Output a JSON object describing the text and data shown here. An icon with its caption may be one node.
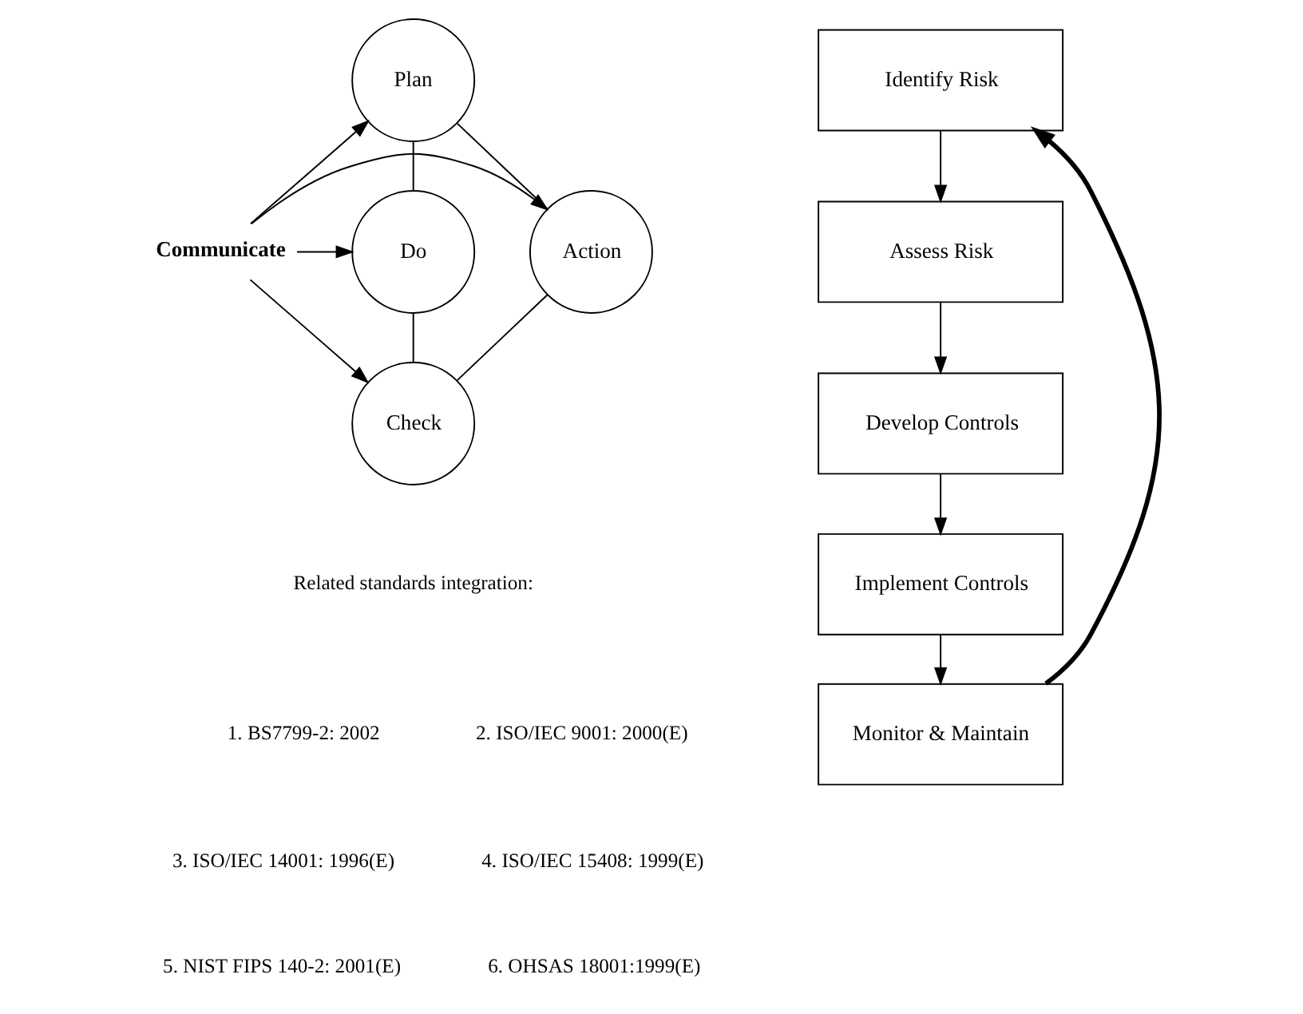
{
  "diagram": {
    "nodes": [
      {
        "text": [
          "Plan"
        ]
      },
      {
        "text": [
          "Action"
        ]
      },
      {
        "text": [
          "Communicate"
        ]
      },
      {
        "text": [
          "Do"
        ]
      },
      {
        "text": [
          "Check"
        ]
      },
      {
        "text": [
          "Identify Risk"
        ]
      },
      {
        "text": [
          "Assess Risk"
        ]
      },
      {
        "text": [
          "Develop Controls"
        ]
      },
      {
        "text": [
          "Implement Controls"
        ]
      },
      {
        "text": [
          "Monitor & Maintain"
        ]
      }
    ],
    "edges": [
      {
        "from": 0,
        "to": 1,
        "arrow": "none"
      },
      {
        "from": 0,
        "to": 3,
        "arrow": "none"
      },
      {
        "from": 1,
        "to": 4,
        "arrow": "none"
      },
      {
        "from": 3,
        "to": 4,
        "arrow": "none"
      },
      {
        "from": 2,
        "to": 0,
        "arrow": "to"
      },
      {
        "from": 2,
        "to": 1,
        "arrow": "to"
      },
      {
        "from": 2,
        "to": 3,
        "arrow": "to"
      },
      {
        "from": 2,
        "to": 4,
        "arrow": "to"
      },
      {
        "from": 5,
        "to": 6,
        "arrow": "to"
      },
      {
        "from": 6,
        "to": 7,
        "arrow": "to"
      },
      {
        "from": 7,
        "to": 8,
        "arrow": "to"
      },
      {
        "from": 8,
        "to": 9,
        "arrow": "to"
      },
      {
        "from": 9,
        "to": 5,
        "arrow": "to",
        "style": "thick"
      }
    ],
    "labels": [
      "Related standards integration:",
      "1. BS7799-2: 2002",
      "2. ISO/IEC 9001: 2000(E)",
      "3. ISO/IEC 14001: 1996(E)",
      "4. ISO/IEC 15408: 1999(E)",
      "5. NIST FIPS 140-2: 2001(E)",
      "6. OHSAS 18001:1999(E)"
    ]
  }
}
